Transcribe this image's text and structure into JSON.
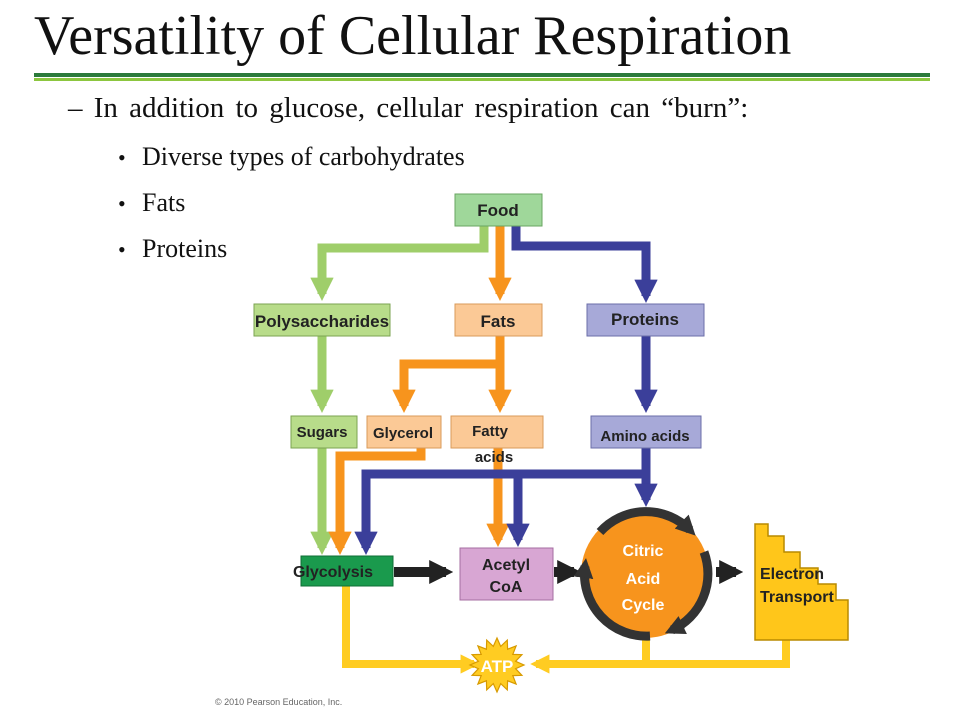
{
  "slide": {
    "title": "Versatility of Cellular Respiration",
    "main_point": "– In addition to glucose, cellular respiration can “burn”:",
    "sub_points": [
      "Diverse types of carbohydrates",
      "Fats",
      "Proteins"
    ],
    "bullet_glyph": "•",
    "copyright": "© 2010 Pearson Education, Inc."
  },
  "diagram": {
    "food": "Food",
    "polysaccharides": "Polysaccharides",
    "fats": "Fats",
    "proteins": "Proteins",
    "sugars": "Sugars",
    "glycerol": "Glycerol",
    "fatty_acids_1": "Fatty",
    "fatty_acids_2": "acids",
    "amino_acids": "Amino acids",
    "glycolysis": "Glycolysis",
    "acetyl_coa_1": "Acetyl",
    "acetyl_coa_2": "CoA",
    "citric_1": "Citric",
    "citric_2": "Acid",
    "citric_3": "Cycle",
    "electron_1": "Electron",
    "electron_2": "Transport",
    "atp": "ATP"
  },
  "colors": {
    "carbohydrate_path": "#9fce6a",
    "fat_path": "#f7941d",
    "protein_path": "#3b3f9a",
    "energy_path": "#ffcc22",
    "main_path": "#222222",
    "food_box": "#9fd79a",
    "fats_box": "#fbc996",
    "proteins_box": "#a7a9d8",
    "glycolysis_box": "#1a9a4d",
    "acetyl_box": "#d8a6d3",
    "citric_cycle": "#f7941d",
    "electron_box": "#ffc61a",
    "title_rule_dark": "#2b7a3b",
    "title_rule_light": "#8cc63f"
  }
}
